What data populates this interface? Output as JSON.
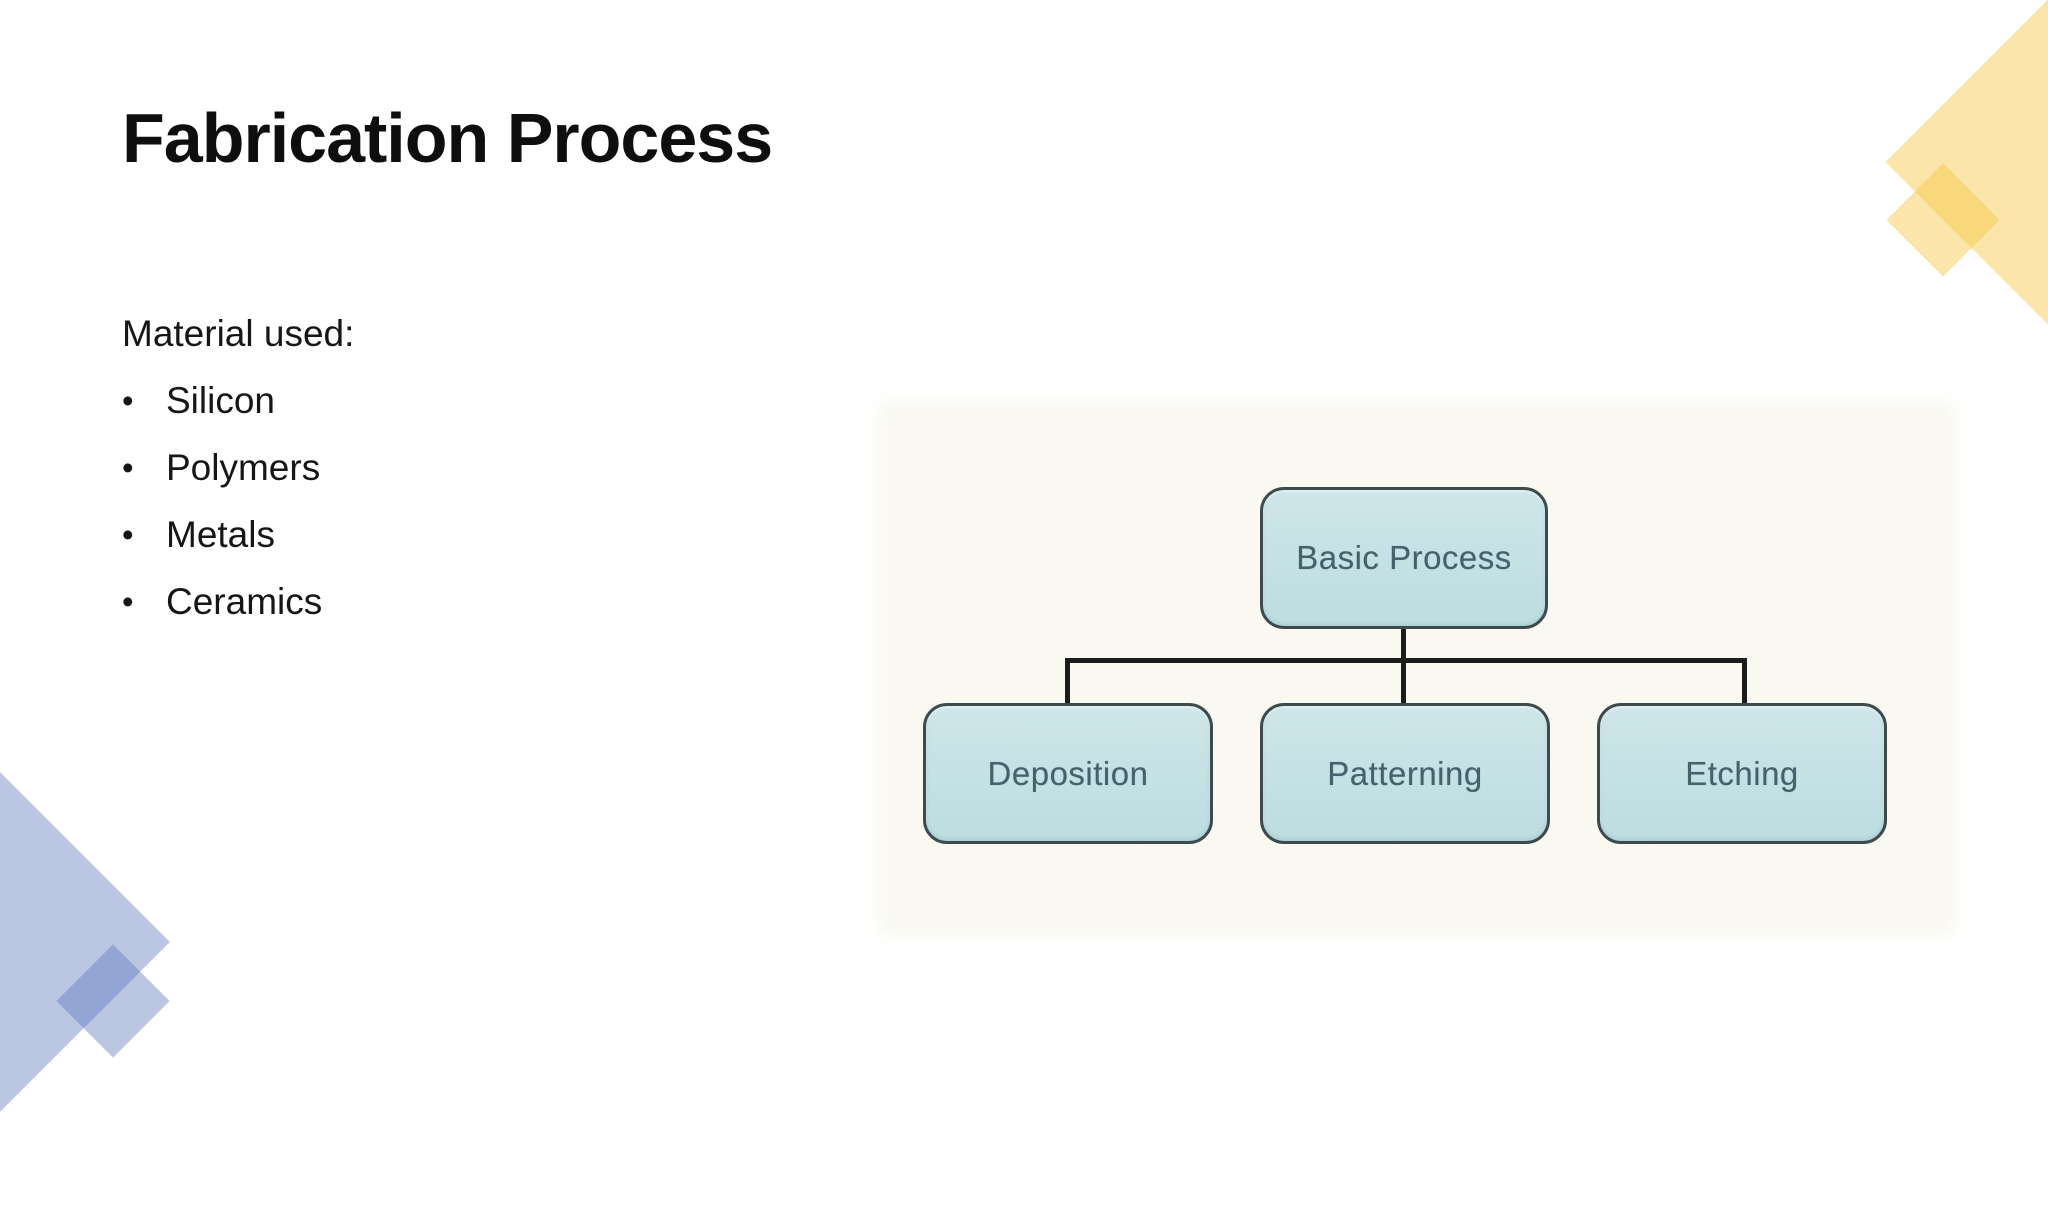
{
  "slide": {
    "title": "Fabrication Process",
    "body": {
      "intro": "Material used:",
      "bullet_char": "•",
      "bullets": [
        "Silicon",
        "Polymers",
        "Metals",
        "Ceramics"
      ]
    },
    "diagram": {
      "root": "Basic Process",
      "children": [
        "Deposition",
        "Patterning",
        "Etching"
      ]
    },
    "colors": {
      "slide_background": "#FFFFFF",
      "accent_yellow": "#F6C543",
      "accent_blue": "#5C76BC",
      "diagram_background": "#F9F8F1",
      "node_fill": "#C2E0E4",
      "node_border": "#3E4A4C",
      "node_text": "#44616C",
      "connector": "#1C1C1C",
      "title_text": "#0E0E0E",
      "body_text": "#161616"
    }
  }
}
